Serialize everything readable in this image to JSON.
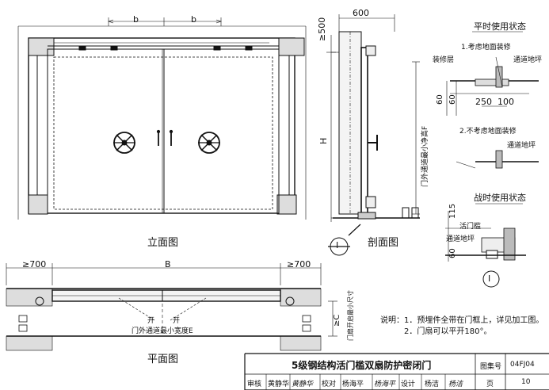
{
  "elevation": {
    "title": "立面图",
    "dim_b_left": "b",
    "dim_b_right": "b"
  },
  "section": {
    "title": "剖面图",
    "dim_width": "600",
    "dim_top": "≥500",
    "dim_height": "H",
    "clear_height_label": "门外通道最小净高F",
    "marker": "I"
  },
  "plan": {
    "title": "平面图",
    "dim_left": "≥700",
    "dim_right": "≥700",
    "dim_width": "B",
    "open_left": "开",
    "open_right": "开",
    "min_width_label": "门外通道最小宽度E",
    "dim_c": "≥C",
    "c_label": "门扇开启最小尺寸"
  },
  "details": {
    "peacetime_title": "平时使用状态",
    "item1": "1.考虑地面装修",
    "finish_layer": "装修层",
    "floor_label_1": "通道地坪",
    "dim_250": "250",
    "dim_100": "100",
    "dim_60a": "60",
    "dim_60b": "60",
    "item2": "2.不考虑地面装修",
    "floor_label_2": "通道地坪",
    "wartime_title": "战时使用状态",
    "movable_sill": "活门槛",
    "floor_label_3": "通道地坪",
    "dim_115": "115",
    "dim_60c": "60",
    "marker": "I"
  },
  "notes": {
    "lead": "说明：",
    "line1": "1．预埋件全带在门框上，详见加工图。",
    "line2": "2．门扇可以平开180°。"
  },
  "title_block": {
    "drawing_title": "5级钢结构活门槛双扇防护密闭门",
    "atlas_label": "图集号",
    "atlas_no": "04FJ04",
    "row2": [
      "审核",
      "黄静华",
      "黄静华",
      "校对",
      "杨海平",
      "杨海平",
      "设计",
      "杨洁",
      "杨洁",
      "页",
      "10"
    ]
  }
}
